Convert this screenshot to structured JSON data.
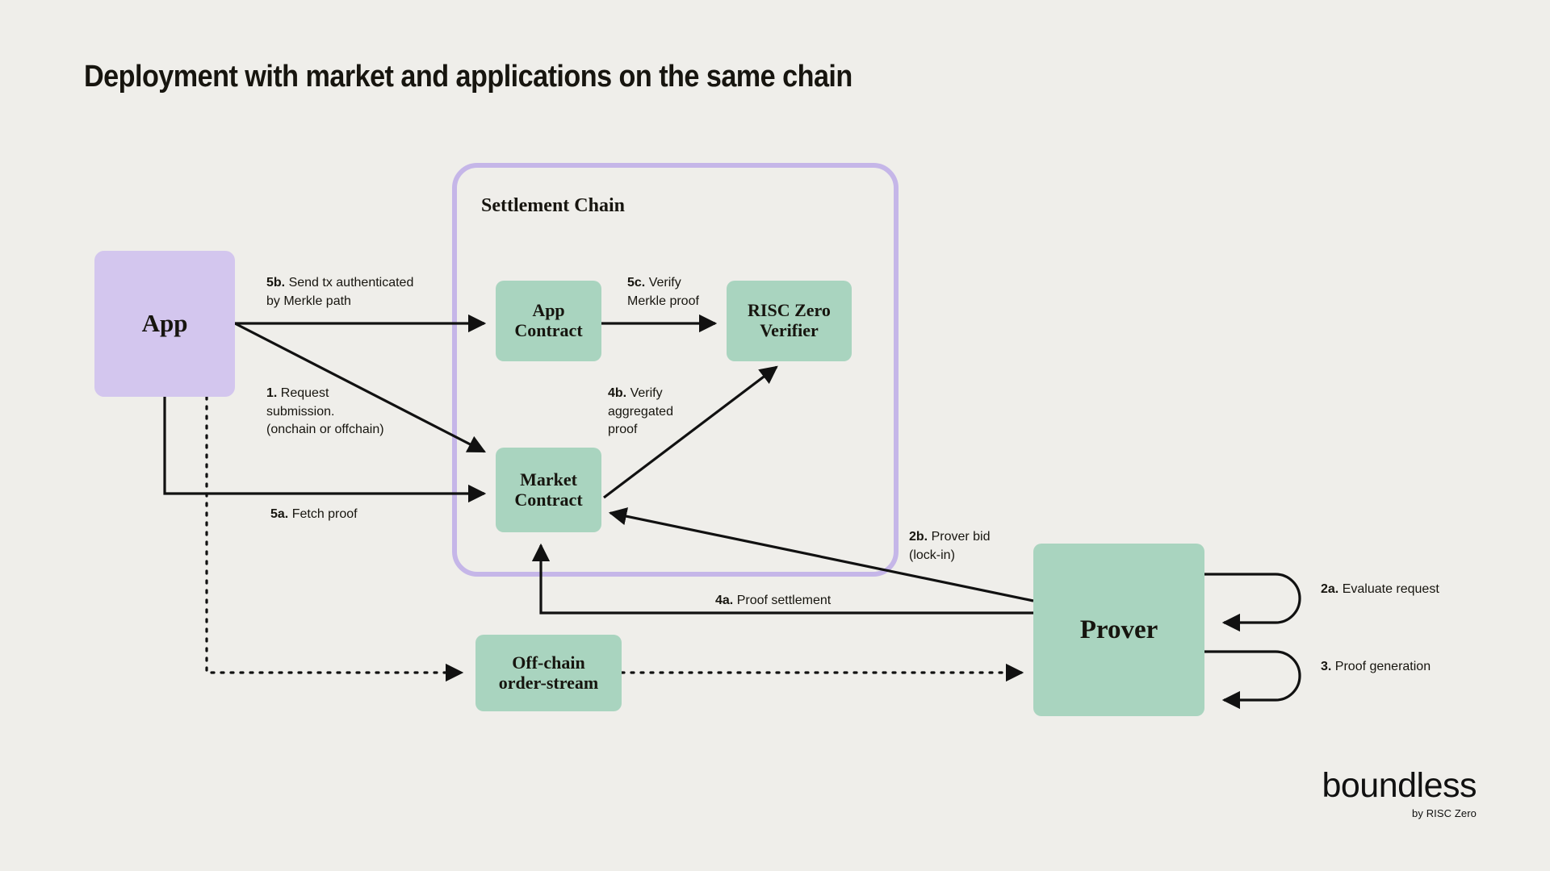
{
  "title": "Deployment with market and applications on the same chain",
  "colors": {
    "background": "#efeeea",
    "node_green": "#a9d4bf",
    "node_purple": "#d3c6ee",
    "group_border_purple": "#c5b6e8",
    "ink": "#17150f"
  },
  "groups": {
    "settlement_chain": {
      "label": "Settlement\nChain"
    }
  },
  "nodes": {
    "app": {
      "label": "App"
    },
    "app_contract": {
      "label": "App\nContract"
    },
    "risc_zero_verifier": {
      "label": "RISC Zero\nVerifier"
    },
    "market_contract": {
      "label": "Market\nContract"
    },
    "off_chain_order_stream": {
      "label": "Off-chain\norder-stream"
    },
    "prover": {
      "label": "Prover"
    }
  },
  "edges": {
    "e5b": {
      "step": "5b.",
      "text": " Send tx authenticated\nby Merkle path"
    },
    "e1": {
      "step": "1.",
      "text": " Request\nsubmission.\n(onchain or offchain)"
    },
    "e5a": {
      "step": "5a.",
      "text": " Fetch proof"
    },
    "e5c": {
      "step": "5c.",
      "text": " Verify\nMerkle proof"
    },
    "e4b": {
      "step": "4b.",
      "text": " Verify\naggregated\nproof"
    },
    "e2b": {
      "step": "2b.",
      "text": " Prover bid\n(lock-in)"
    },
    "e4a": {
      "step": "4a.",
      "text": " Proof settlement"
    },
    "e2a": {
      "step": "2a.",
      "text": " Evaluate request"
    },
    "e3": {
      "step": "3.",
      "text": " Proof generation"
    }
  },
  "logo": {
    "name": "boundless",
    "tagline": "by RISC Zero"
  }
}
